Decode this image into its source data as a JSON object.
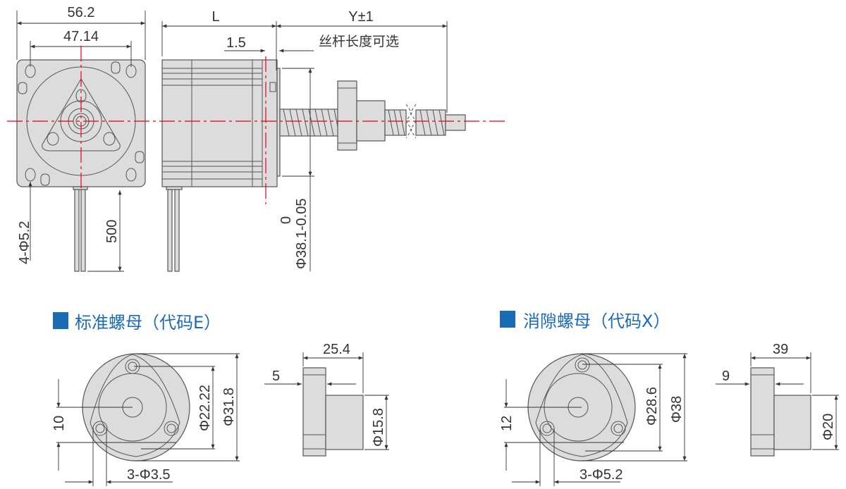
{
  "motor": {
    "width": "56.2",
    "hole_pitch": "47.14",
    "length": "L",
    "screw_length": "Y±1",
    "screw_note": "丝杆长度可选",
    "boss_height": "1.5",
    "lead_length": "500",
    "mount_holes": "4-Φ5.2",
    "boss_diameter": "Φ38.1-0.05",
    "boss_tolerance_upper": "0"
  },
  "nut_standard": {
    "title": "标准螺母（代码E）",
    "hole_offset": "10",
    "pitch_diameter": "Φ22.22",
    "outer_diameter": "Φ31.8",
    "holes": "3-Φ3.5",
    "length": "25.4",
    "flange_thickness": "5",
    "body_diameter": "Φ15.8"
  },
  "nut_antibacklash": {
    "title": "消隙螺母（代码X）",
    "hole_offset": "12",
    "pitch_diameter": "Φ28.6",
    "outer_diameter": "Φ38",
    "holes": "3-Φ5.2",
    "length": "39",
    "flange_thickness": "9",
    "body_diameter": "Φ20"
  },
  "colors": {
    "accent": "#1a6bb5",
    "centerline": "#e60012"
  }
}
